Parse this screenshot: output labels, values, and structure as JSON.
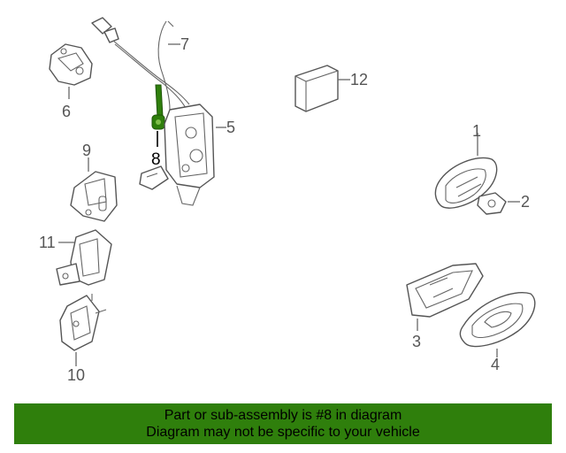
{
  "callouts": {
    "c1": "1",
    "c2": "2",
    "c3": "3",
    "c4": "4",
    "c5": "5",
    "c6": "6",
    "c7": "7",
    "c8": "8",
    "c9": "9",
    "c10": "10",
    "c11": "11",
    "c12": "12"
  },
  "highlight_part": "8",
  "colors": {
    "highlight": "#2f7f0c",
    "banner": "#2f7f0c",
    "line": "#555555"
  },
  "banner": {
    "line1": "Part or sub-assembly is #8 in diagram",
    "line2": "Diagram may not be specific to your vehicle"
  }
}
